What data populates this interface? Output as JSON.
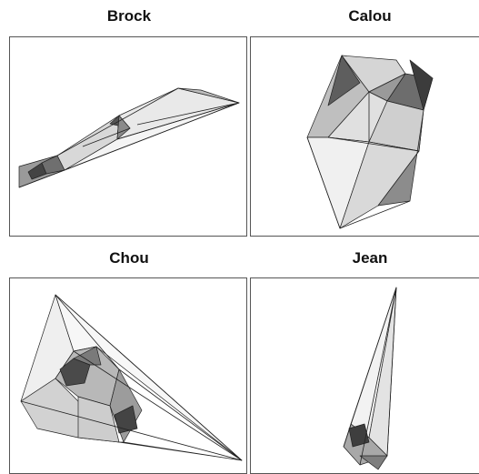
{
  "panels": [
    {
      "title": "Brock"
    },
    {
      "title": "Calou"
    },
    {
      "title": "Chou"
    },
    {
      "title": "Jean"
    }
  ]
}
